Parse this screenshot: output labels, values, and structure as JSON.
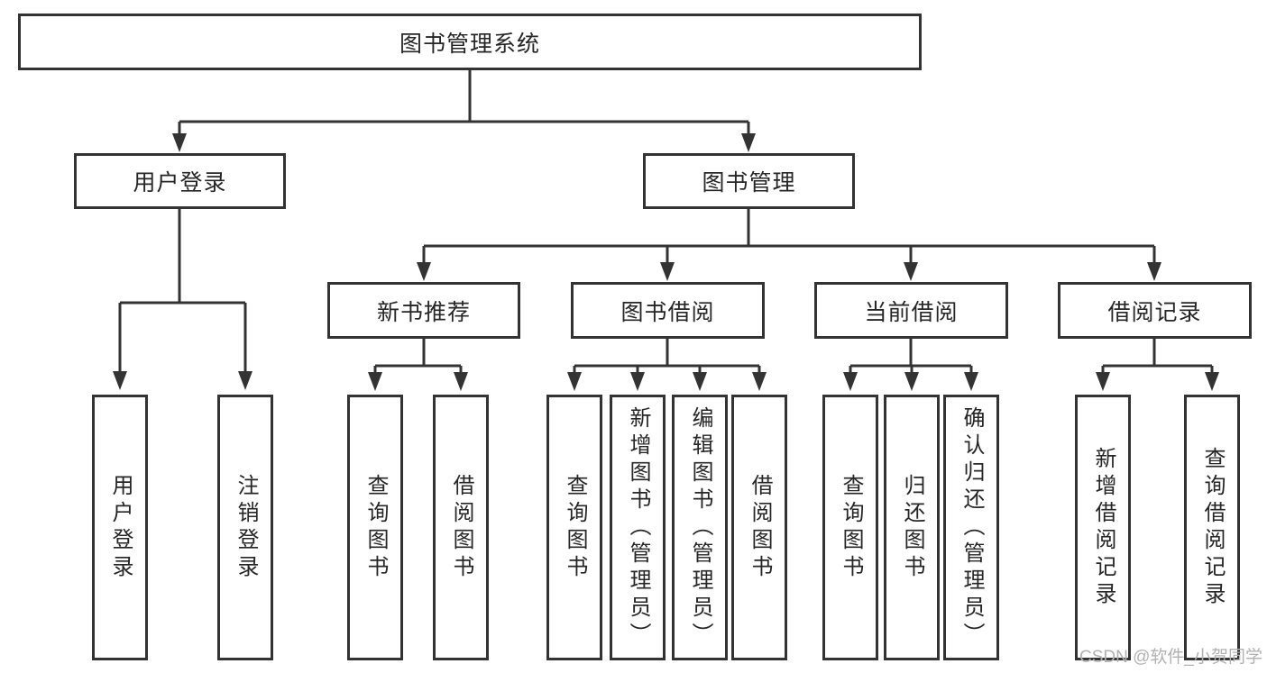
{
  "diagram_title": "图书管理系统",
  "colors": {
    "line": "#333333",
    "text": "#262626",
    "background": "#ffffff",
    "watermark": "#b1b1b1"
  },
  "tree": {
    "label": "图书管理系统",
    "children": [
      {
        "label": "用户登录",
        "children": [
          {
            "label": "用户登录"
          },
          {
            "label": "注销登录"
          }
        ]
      },
      {
        "label": "图书管理",
        "children": [
          {
            "label": "新书推荐",
            "children": [
              {
                "label": "查询图书"
              },
              {
                "label": "借阅图书"
              }
            ]
          },
          {
            "label": "图书借阅",
            "children": [
              {
                "label": "查询图书"
              },
              {
                "label": "新增图书（管理员）"
              },
              {
                "label": "编辑图书（管理员）"
              },
              {
                "label": "借阅图书"
              }
            ]
          },
          {
            "label": "当前借阅",
            "children": [
              {
                "label": "查询图书"
              },
              {
                "label": "归还图书"
              },
              {
                "label": "确认归还（管理员）"
              }
            ]
          },
          {
            "label": "借阅记录",
            "children": [
              {
                "label": "新增借阅记录"
              },
              {
                "label": "查询借阅记录"
              }
            ]
          }
        ]
      }
    ]
  },
  "watermark": "CSDN @软件_小贺同学"
}
